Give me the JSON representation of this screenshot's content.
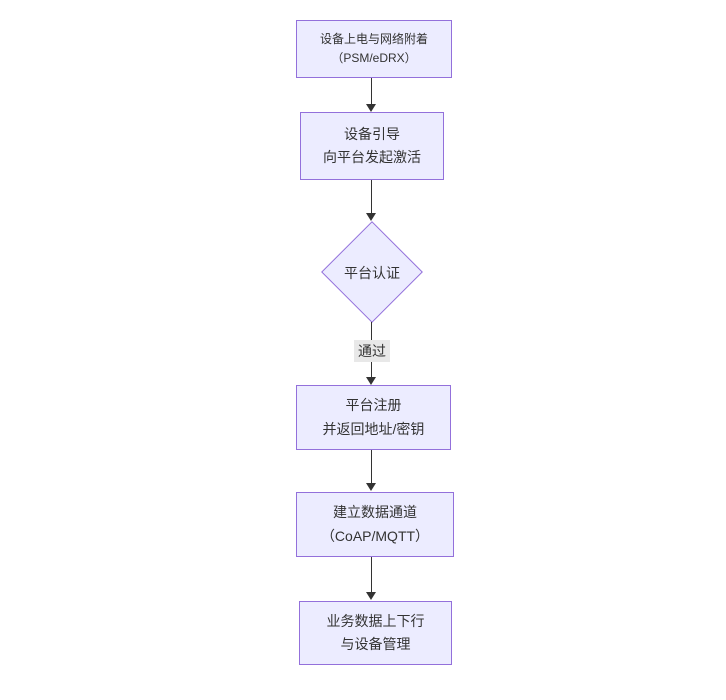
{
  "diagram": {
    "type": "flowchart",
    "direction": "top-down",
    "colors": {
      "node_fill": "#ECECFF",
      "node_border": "#9370DB",
      "text": "#333333",
      "edge": "#333333",
      "edge_label_bg": "#e8e8e8",
      "background": "#ffffff"
    },
    "nodes": [
      {
        "id": "power-attach",
        "shape": "rect",
        "lines": [
          "设备上电与网络附着",
          "（PSM/eDRX）"
        ]
      },
      {
        "id": "bootstrap",
        "shape": "rect",
        "lines": [
          "设备引导",
          "向平台发起激活"
        ]
      },
      {
        "id": "platform-auth",
        "shape": "diamond",
        "lines": [
          "平台认证"
        ]
      },
      {
        "id": "platform-register",
        "shape": "rect",
        "lines": [
          "平台注册",
          "并返回地址/密钥"
        ]
      },
      {
        "id": "data-channel",
        "shape": "rect",
        "lines": [
          "建立数据通道",
          "（CoAP/MQTT）"
        ]
      },
      {
        "id": "business-data",
        "shape": "rect",
        "lines": [
          "业务数据上下行",
          "与设备管理"
        ]
      }
    ],
    "edges": [
      {
        "from": "power-attach",
        "to": "bootstrap",
        "label": ""
      },
      {
        "from": "bootstrap",
        "to": "platform-auth",
        "label": ""
      },
      {
        "from": "platform-auth",
        "to": "platform-register",
        "label": "通过"
      },
      {
        "from": "platform-register",
        "to": "data-channel",
        "label": ""
      },
      {
        "from": "data-channel",
        "to": "business-data",
        "label": ""
      }
    ]
  }
}
